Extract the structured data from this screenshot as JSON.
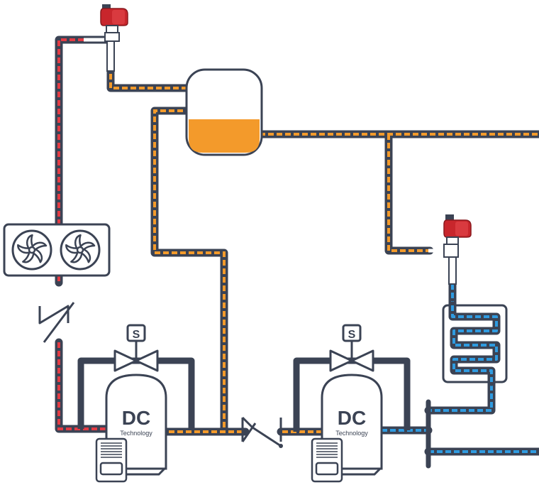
{
  "diagram": {
    "compressors": [
      {
        "brand": "DC",
        "subtitle": "Technology",
        "valve_label": "S"
      },
      {
        "brand": "DC",
        "subtitle": "Technology",
        "valve_label": "S"
      }
    ]
  },
  "colors": {
    "pipe_shell": "#3b4354",
    "discharge_red": "#e23b44",
    "liquid_orange": "#f39a2b",
    "suction_blue": "#2f9be0",
    "valve_head_red": "#c8262c",
    "stroke": "#3b4354"
  },
  "icons": {
    "fan": "fan-icon",
    "check_valve": "check-valve-icon",
    "solenoid_valve": "solenoid-valve-icon",
    "expansion_valve": "expansion-valve-icon"
  }
}
